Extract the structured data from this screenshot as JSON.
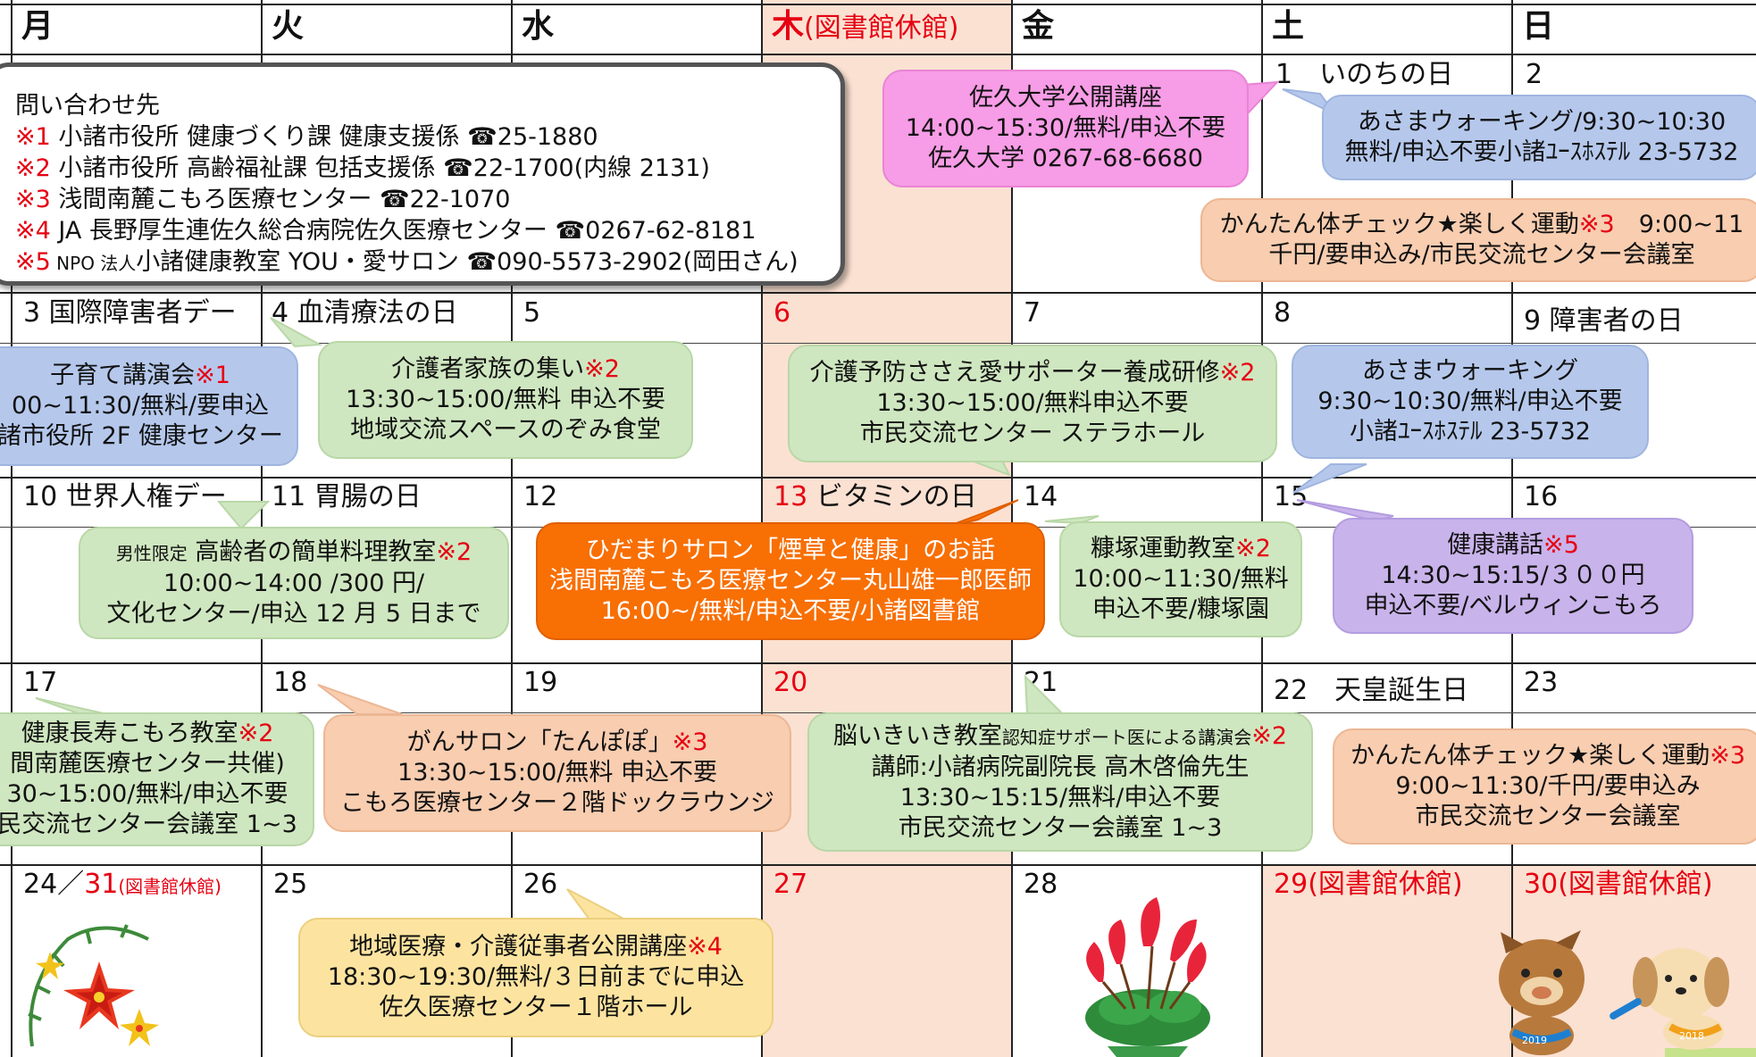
{
  "headers": {
    "mon": "月",
    "tue": "火",
    "wed": "水",
    "thu": "木",
    "thu_note": "(図書館休館)",
    "fri": "金",
    "sat": "土",
    "sun": "日"
  },
  "contacts": {
    "title": "問い合わせ先",
    "lines": [
      {
        "mark": "※1",
        "text": " 小諸市役所  健康づくり課  健康支援係  ☎25-1880"
      },
      {
        "mark": "※2",
        "text": " 小諸市役所  高齢福祉課  包括支援係  ☎22-1700(内線 2131)"
      },
      {
        "mark": "※3",
        "text": "  浅間南麓こもろ医療センター  ☎22-1070"
      },
      {
        "mark": "※4",
        "text": " JA 長野厚生連佐久総合病院佐久医療センター  ☎0267-62-8181"
      },
      {
        "mark": "※5",
        "prefix": " NPO 法人",
        "text": "小諸健康教室 YOU・愛サロン  ☎090-5573-2902(岡田さん)"
      }
    ]
  },
  "dates": {
    "d1": "1　いのちの日",
    "d2": "2",
    "d3": "3 国際障害者デー",
    "d4": "4 血清療法の日",
    "d5": "5",
    "d6": "6",
    "d7": "7",
    "d8": "8",
    "d9": "9 障害者の日",
    "d10": "10 世界人権デー",
    "d11": "11 胃腸の日",
    "d12": "12",
    "d13": "13",
    "d13_text": " ビタミンの日",
    "d14": "14",
    "d15": "15",
    "d16": "16",
    "d17": "17",
    "d18": "18",
    "d19": "19",
    "d20": "20",
    "d21": "21",
    "d22": "22　天皇誕生日",
    "d23": "23",
    "d24": "24／",
    "d31": "31",
    "d31_note": "(図書館休館)",
    "d25": "25",
    "d26": "26",
    "d27": "27",
    "d28": "28",
    "d29": "29",
    "d29_note": "(図書館休館)",
    "d30": "30",
    "d30_note": "(図書館休館)"
  },
  "events": {
    "saku_lecture": {
      "l1": "佐久大学公開講座",
      "l2": "14:00~15:30/無料/申込不要",
      "l3": "佐久大学 0267-68-6680"
    },
    "walking_2": {
      "l1": "あさまウォーキング/9:30~10:30",
      "l2": "無料/申込不要小諸ﾕｰｽﾎｽﾃﾙ 23-5732"
    },
    "body_check_1": {
      "l1a": "かんたん体チェック★楽しく運動",
      "l1b": "※3",
      "l1c": "　9:00~11",
      "l2": "千円/要申込み/市民交流センター会議室"
    },
    "childcare": {
      "l1a": "子育て講演会",
      "l1b": "※1",
      "l2": "00~11:30/無料/要申込",
      "l3": "諸市役所 2F 健康センター"
    },
    "caregiver": {
      "l1a": "介護者家族の集い",
      "l1b": "※2",
      "l2": "13:30~15:00/無料  申込不要",
      "l3": "地域交流スペースのぞみ食堂"
    },
    "supporter": {
      "l1a": "介護予防ささえ愛サポーター養成研修",
      "l1b": "※2",
      "l2": "13:30~15:00/無料申込不要",
      "l3": "市民交流センター  ステラホール"
    },
    "walking_9": {
      "l1": "あさまウォーキング",
      "l2": "9:30~10:30/無料/申込不要",
      "l3": "小諸ﾕｰｽﾎｽﾃﾙ 23-5732"
    },
    "cooking": {
      "l1pre": "男性限定",
      "l1a": "  高齢者の簡単料理教室",
      "l1b": "※2",
      "l2": "10:00~14:00 /300 円/",
      "l3": "文化センター/申込 12 月 5 日まで"
    },
    "hidamari": {
      "l1": "ひだまりサロン「煙草と健康」のお話",
      "l2": "浅間南麓こもろ医療センター丸山雄一郎医師",
      "l3": "16:00~/無料/申込不要/小諸図書館"
    },
    "nukazuka": {
      "l1a": "糠塚運動教室",
      "l1b": "※2",
      "l2": "10:00~11:30/無料",
      "l3": "申込不要/糠塚園"
    },
    "health_talk": {
      "l1a": "健康講話",
      "l1b": "※5",
      "l2": "14:30~15:15/３００円",
      "l3": "申込不要/ベルウィンこもろ"
    },
    "longevity": {
      "l1a": "健康長寿こもろ教室",
      "l1b": "※2",
      "l2": "間南麓医療センター共催)",
      "l3": "30~15:00/無料/申込不要",
      "l4": "民交流センター会議室 1~3"
    },
    "cancer": {
      "l1a": "がんサロン「たんぽぽ」",
      "l1b": "※3",
      "l2": "13:30~15:00/無料  申込不要",
      "l3": "こもろ医療センター２階ドックラウンジ"
    },
    "brain": {
      "l1a": "脳いきいき教室",
      "l1s": "認知症サポート医による講演会",
      "l1b": "※2",
      "l2": "講師:小諸病院副院長  高木啓倫先生",
      "l3": "13:30~15:15/無料/申込不要",
      "l4": "市民交流センター会議室 1~3"
    },
    "body_check_2": {
      "l1a": "かんたん体チェック★楽しく運動",
      "l1b": "※3",
      "l2": "9:00~11:30/千円/要申込み",
      "l3": "市民交流センター会議室"
    },
    "community": {
      "l1a": "地域医療・介護従事者公開講座",
      "l1b": "※4",
      "l2": "18:30~19:30/無料/３日前までに申込",
      "l3": "佐久医療センター１階ホール"
    }
  },
  "colors": {
    "thursday_shade": "#fbe1d2",
    "red_accent": "#e60012",
    "orange_event": "#f86f04"
  },
  "decorations": {
    "poinsettia": "poinsettia-wreath-icon",
    "cyclamen": "cyclamen-pot-icon",
    "mascots": "boar-and-dog-mascots-icon",
    "mascot_years": [
      "2019",
      "2018"
    ]
  }
}
